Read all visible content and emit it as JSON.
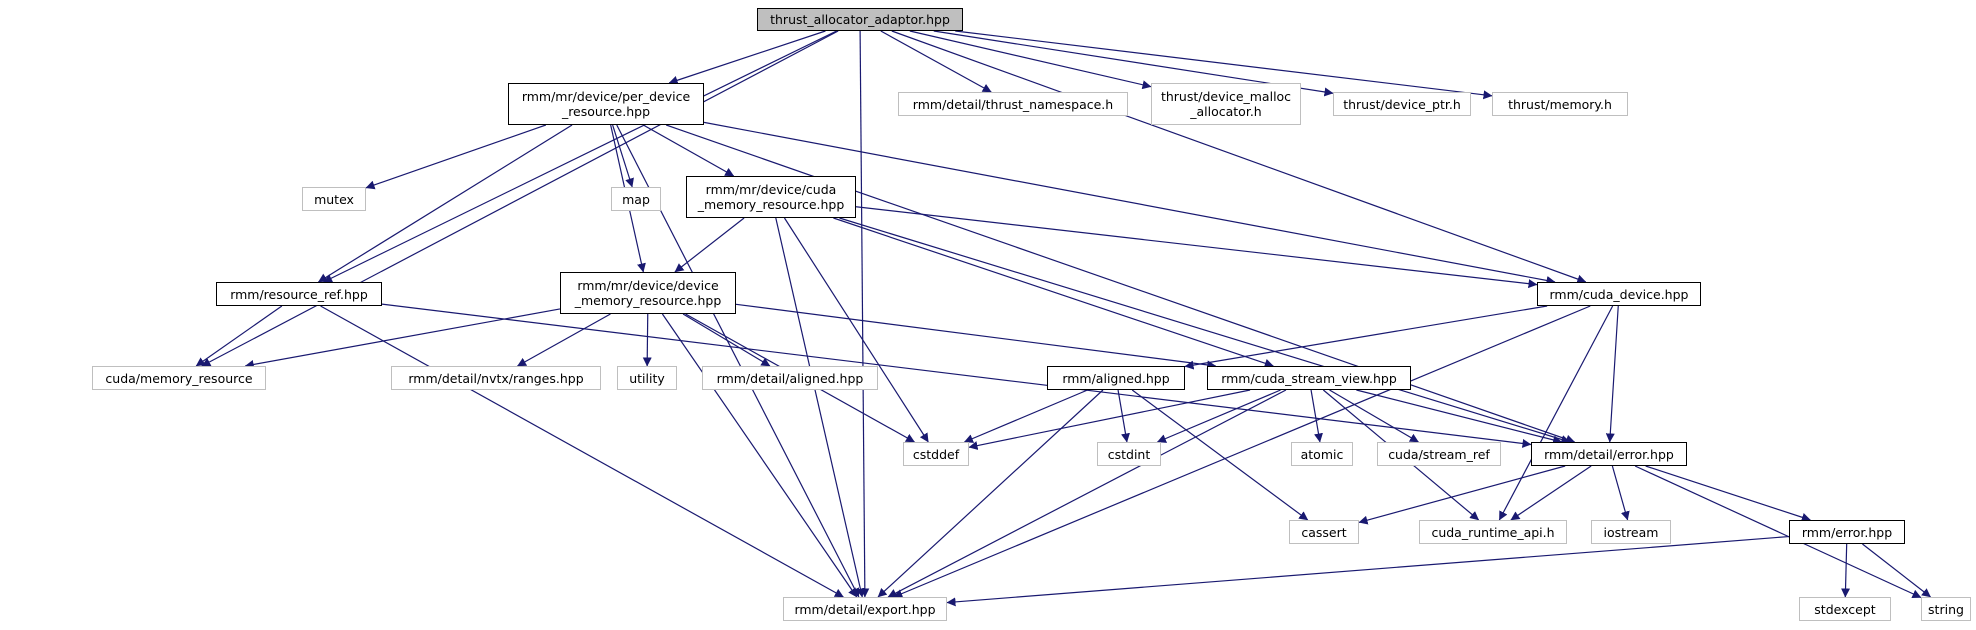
{
  "colors": {
    "edge": "#191970",
    "root_fill": "#bfbfbf",
    "doc_border": "#000000",
    "ext_border": "#bfbfbf"
  },
  "nodes": {
    "root": "thrust_allocator_adaptor.hpp",
    "per_device_resource": "rmm/mr/device/per_device\n_resource.hpp",
    "thrust_namespace": "rmm/detail/thrust_namespace.h",
    "device_malloc_allocator": "thrust/device_malloc\n_allocator.h",
    "device_ptr": "thrust/device_ptr.h",
    "memory_h": "thrust/memory.h",
    "mutex": "mutex",
    "map": "map",
    "cuda_memory_resource": "rmm/mr/device/cuda\n_memory_resource.hpp",
    "resource_ref": "rmm/resource_ref.hpp",
    "device_memory_resource": "rmm/mr/device/device\n_memory_resource.hpp",
    "cuda_device": "rmm/cuda_device.hpp",
    "cuda_memory_resource_std": "cuda/memory_resource",
    "nvtx_ranges": "rmm/detail/nvtx/ranges.hpp",
    "utility": "utility",
    "detail_aligned": "rmm/detail/aligned.hpp",
    "aligned": "rmm/aligned.hpp",
    "cuda_stream_view": "rmm/cuda_stream_view.hpp",
    "cstddef": "cstddef",
    "cstdint": "cstdint",
    "atomic": "atomic",
    "stream_ref": "cuda/stream_ref",
    "detail_error": "rmm/detail/error.hpp",
    "cassert": "cassert",
    "cuda_runtime_api": "cuda_runtime_api.h",
    "iostream": "iostream",
    "error": "rmm/error.hpp",
    "stdexcept": "stdexcept",
    "string": "string",
    "export": "rmm/detail/export.hpp"
  },
  "edges": [
    [
      "root",
      "per_device_resource"
    ],
    [
      "root",
      "thrust_namespace"
    ],
    [
      "root",
      "device_malloc_allocator"
    ],
    [
      "root",
      "device_ptr"
    ],
    [
      "root",
      "memory_h"
    ],
    [
      "root",
      "resource_ref"
    ],
    [
      "root",
      "cuda_memory_resource_std"
    ],
    [
      "root",
      "cuda_device"
    ],
    [
      "root",
      "export"
    ],
    [
      "per_device_resource",
      "mutex"
    ],
    [
      "per_device_resource",
      "map"
    ],
    [
      "per_device_resource",
      "cuda_memory_resource"
    ],
    [
      "per_device_resource",
      "resource_ref"
    ],
    [
      "per_device_resource",
      "device_memory_resource"
    ],
    [
      "per_device_resource",
      "cuda_device"
    ],
    [
      "per_device_resource",
      "export"
    ],
    [
      "per_device_resource",
      "detail_error"
    ],
    [
      "cuda_memory_resource",
      "device_memory_resource"
    ],
    [
      "cuda_memory_resource",
      "cuda_device"
    ],
    [
      "cuda_memory_resource",
      "cuda_stream_view"
    ],
    [
      "cuda_memory_resource",
      "cstddef"
    ],
    [
      "cuda_memory_resource",
      "detail_error"
    ],
    [
      "cuda_memory_resource",
      "export"
    ],
    [
      "resource_ref",
      "cuda_memory_resource_std"
    ],
    [
      "resource_ref",
      "detail_error"
    ],
    [
      "resource_ref",
      "export"
    ],
    [
      "device_memory_resource",
      "cuda_memory_resource_std"
    ],
    [
      "device_memory_resource",
      "nvtx_ranges"
    ],
    [
      "device_memory_resource",
      "utility"
    ],
    [
      "device_memory_resource",
      "detail_aligned"
    ],
    [
      "device_memory_resource",
      "cuda_stream_view"
    ],
    [
      "device_memory_resource",
      "cstddef"
    ],
    [
      "device_memory_resource",
      "export"
    ],
    [
      "cuda_device",
      "aligned"
    ],
    [
      "cuda_device",
      "detail_error"
    ],
    [
      "cuda_device",
      "cuda_runtime_api"
    ],
    [
      "cuda_device",
      "export"
    ],
    [
      "aligned",
      "cstddef"
    ],
    [
      "aligned",
      "cstdint"
    ],
    [
      "aligned",
      "cassert"
    ],
    [
      "aligned",
      "export"
    ],
    [
      "cuda_stream_view",
      "cstddef"
    ],
    [
      "cuda_stream_view",
      "cstdint"
    ],
    [
      "cuda_stream_view",
      "atomic"
    ],
    [
      "cuda_stream_view",
      "stream_ref"
    ],
    [
      "cuda_stream_view",
      "detail_error"
    ],
    [
      "cuda_stream_view",
      "cuda_runtime_api"
    ],
    [
      "cuda_stream_view",
      "export"
    ],
    [
      "detail_error",
      "cassert"
    ],
    [
      "detail_error",
      "cuda_runtime_api"
    ],
    [
      "detail_error",
      "iostream"
    ],
    [
      "detail_error",
      "error"
    ],
    [
      "detail_error",
      "string"
    ],
    [
      "error",
      "stdexcept"
    ],
    [
      "error",
      "string"
    ],
    [
      "error",
      "export"
    ]
  ]
}
